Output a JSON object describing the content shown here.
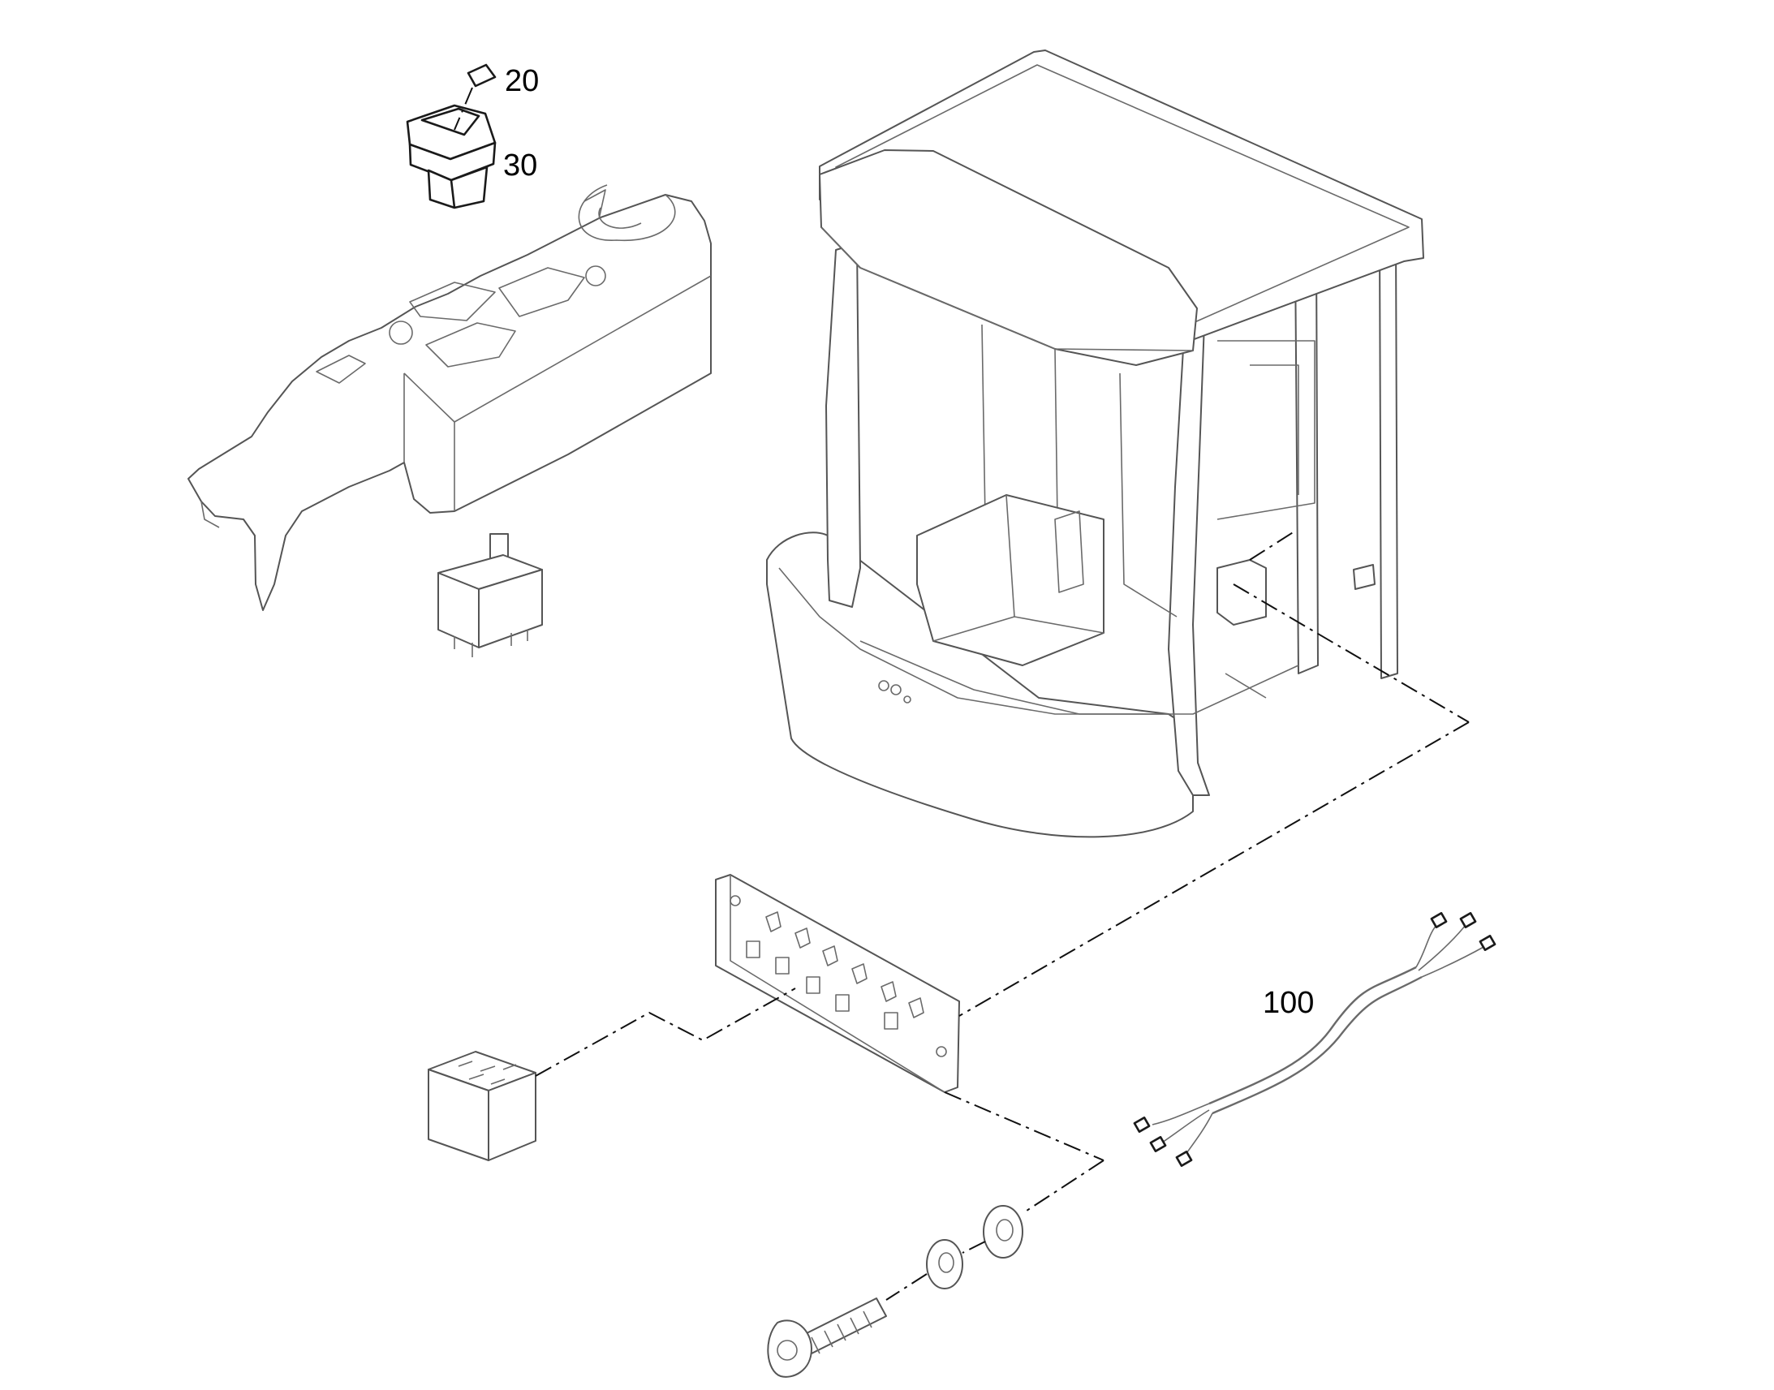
{
  "callouts": {
    "item_20": "20",
    "item_30": "30",
    "item_100": "100"
  },
  "parts": [
    {
      "name": "cover-cap",
      "callout": "20"
    },
    {
      "name": "rocker-switch",
      "callout": "30"
    },
    {
      "name": "control-console"
    },
    {
      "name": "operator-cab"
    },
    {
      "name": "relay"
    },
    {
      "name": "relay-socket"
    },
    {
      "name": "relay-mounting-plate"
    },
    {
      "name": "cable-harness",
      "callout": "100"
    },
    {
      "name": "flange-bolt"
    },
    {
      "name": "lock-washer"
    },
    {
      "name": "flat-washer"
    }
  ],
  "colors": {
    "line": "#555555",
    "leader": "#111111",
    "background": "#ffffff"
  }
}
